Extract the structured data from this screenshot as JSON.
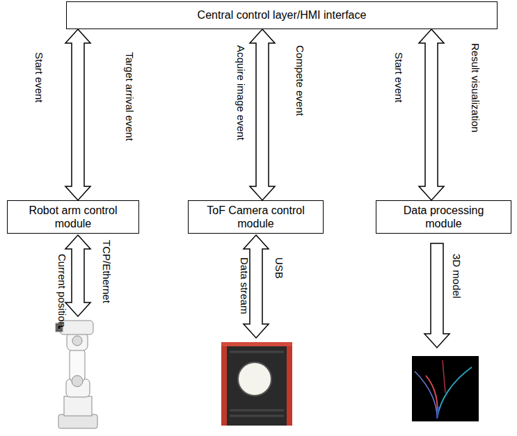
{
  "diagram": {
    "nodes": [
      {
        "text": [
          "Central control layer/HMI interface"
        ]
      },
      {
        "text": [
          "Robot arm control module"
        ]
      },
      {
        "text": [
          "ToF Camera control module"
        ]
      },
      {
        "text": [
          "Data processing module"
        ]
      }
    ],
    "edges": [
      {
        "from": 0,
        "to": 1,
        "arrow": "both"
      },
      {
        "from": 0,
        "to": 2,
        "arrow": "both"
      },
      {
        "from": 0,
        "to": 3,
        "arrow": "both"
      }
    ],
    "labels": [
      "Start event",
      "Target arrival event",
      "Acquire image event",
      "Compete event",
      "Start event",
      "Result visualization",
      "Current position",
      "TCP/Ethernet",
      "Data stream",
      "USB",
      "3D model"
    ]
  }
}
